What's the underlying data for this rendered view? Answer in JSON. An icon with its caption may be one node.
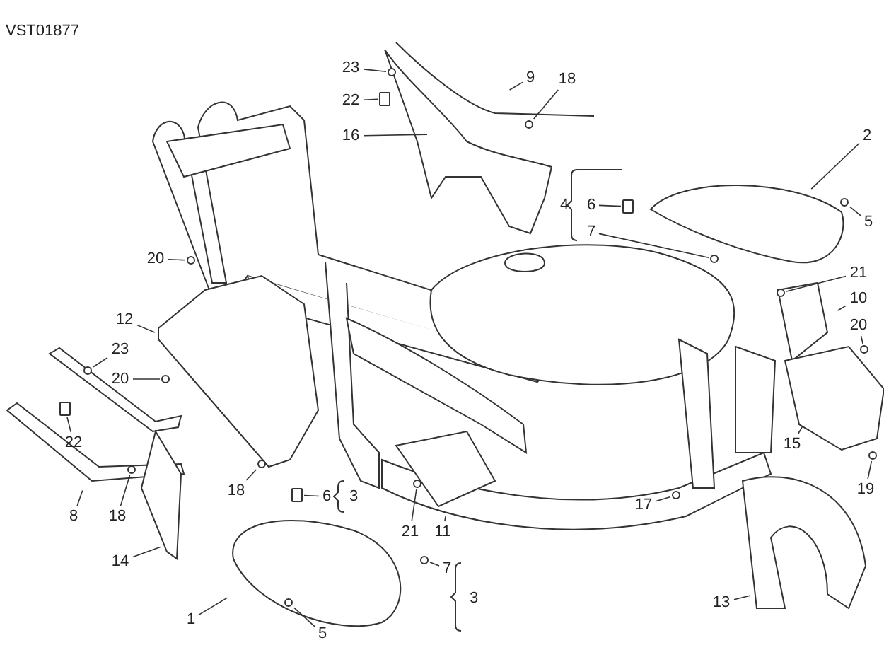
{
  "diagram": {
    "nodes": [
      {
        "text": [
          "23"
        ]
      },
      {
        "text": [
          "9"
        ]
      },
      {
        "text": [
          "18"
        ]
      },
      {
        "text": [
          "22"
        ]
      },
      {
        "text": [
          "16"
        ]
      },
      {
        "text": [
          "2"
        ]
      },
      {
        "text": [
          "6"
        ]
      },
      {
        "text": [
          "5"
        ]
      },
      {
        "text": [
          "7"
        ]
      },
      {
        "text": [
          "20"
        ]
      },
      {
        "text": [
          "21"
        ]
      },
      {
        "text": [
          "10"
        ]
      },
      {
        "text": [
          "12"
        ]
      },
      {
        "text": [
          "20"
        ]
      },
      {
        "text": [
          "23"
        ]
      },
      {
        "text": [
          "20"
        ]
      },
      {
        "text": [
          "15"
        ]
      },
      {
        "text": [
          "22"
        ]
      },
      {
        "text": [
          "19"
        ]
      },
      {
        "text": [
          "6"
        ]
      },
      {
        "text": [
          "18"
        ]
      },
      {
        "text": [
          "17"
        ]
      },
      {
        "text": [
          "8"
        ]
      },
      {
        "text": [
          "18"
        ]
      },
      {
        "text": [
          "21"
        ]
      },
      {
        "text": [
          "11"
        ]
      },
      {
        "text": [
          "14"
        ]
      },
      {
        "text": [
          "7"
        ]
      },
      {
        "text": [
          "13"
        ]
      },
      {
        "text": [
          "1"
        ]
      },
      {
        "text": [
          "5"
        ]
      },
      {
        "text": [],
        "shape": "circle"
      },
      {
        "text": [],
        "shape": "circle"
      },
      {
        "text": [],
        "shape": "box"
      },
      {
        "text": [],
        "shape": "box"
      },
      {
        "text": [],
        "shape": "circle"
      },
      {
        "text": [],
        "shape": "circle"
      },
      {
        "text": [],
        "shape": "circle"
      },
      {
        "text": [],
        "shape": "circle"
      },
      {
        "text": [],
        "shape": "circle"
      },
      {
        "text": [],
        "shape": "circle"
      },
      {
        "text": [],
        "shape": "circle"
      },
      {
        "text": [],
        "shape": "box"
      },
      {
        "text": [],
        "shape": "circle"
      },
      {
        "text": [],
        "shape": "circle"
      },
      {
        "text": [],
        "shape": "box"
      },
      {
        "text": [],
        "shape": "circle"
      },
      {
        "text": [],
        "shape": "circle"
      },
      {
        "text": [],
        "shape": "circle"
      },
      {
        "text": [],
        "shape": "circle"
      },
      {
        "text": [],
        "shape": "circle"
      }
    ],
    "edges": [
      {
        "from": 0,
        "to": 31,
        "arrow": "none"
      },
      {
        "from": 1,
        "to": null,
        "arrow": "none"
      },
      {
        "from": 2,
        "to": 32,
        "arrow": "none"
      },
      {
        "from": 3,
        "to": 33,
        "arrow": "none"
      },
      {
        "from": 4,
        "to": null,
        "arrow": "none"
      },
      {
        "from": 5,
        "to": null,
        "arrow": "none"
      },
      {
        "from": 6,
        "to": 34,
        "arrow": "none"
      },
      {
        "from": 7,
        "to": 35,
        "arrow": "none"
      },
      {
        "from": 8,
        "to": 36,
        "arrow": "none"
      },
      {
        "from": 9,
        "to": 37,
        "arrow": "none"
      },
      {
        "from": 10,
        "to": 38,
        "arrow": "none"
      },
      {
        "from": 11,
        "to": null,
        "arrow": "none"
      },
      {
        "from": 12,
        "to": null,
        "arrow": "none"
      },
      {
        "from": 13,
        "to": 39,
        "arrow": "none"
      },
      {
        "from": 14,
        "to": 40,
        "arrow": "none"
      },
      {
        "from": 15,
        "to": 41,
        "arrow": "none"
      },
      {
        "from": 16,
        "to": null,
        "arrow": "none"
      },
      {
        "from": 17,
        "to": 42,
        "arrow": "none"
      },
      {
        "from": 18,
        "to": 43,
        "arrow": "none"
      },
      {
        "from": 19,
        "to": 45,
        "arrow": "none"
      },
      {
        "from": 20,
        "to": 44,
        "arrow": "none"
      },
      {
        "from": 21,
        "to": 48,
        "arrow": "none"
      },
      {
        "from": 22,
        "to": null,
        "arrow": "none"
      },
      {
        "from": 23,
        "to": 46,
        "arrow": "none"
      },
      {
        "from": 24,
        "to": 47,
        "arrow": "none"
      },
      {
        "from": 25,
        "to": null,
        "arrow": "none"
      },
      {
        "from": 26,
        "to": null,
        "arrow": "none"
      },
      {
        "from": 27,
        "to": 49,
        "arrow": "none"
      },
      {
        "from": 28,
        "to": null,
        "arrow": "none"
      },
      {
        "from": 29,
        "to": null,
        "arrow": "none"
      },
      {
        "from": 30,
        "to": 50,
        "arrow": "none"
      }
    ],
    "labels": [
      "VST01877",
      "4",
      "3",
      "3"
    ]
  }
}
